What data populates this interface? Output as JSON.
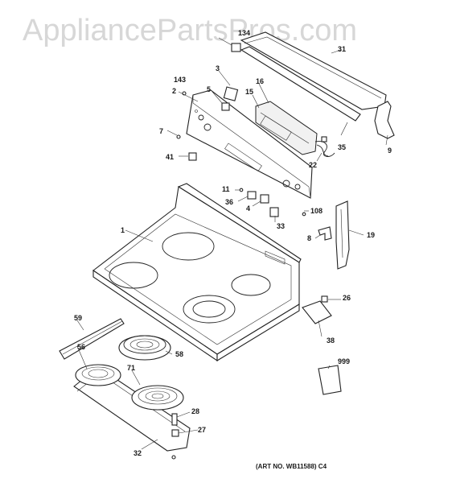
{
  "watermark": "AppliancePartsPros.com",
  "art_number": "(ART NO. WB11588) C4",
  "callouts": {
    "p1": "1",
    "p2": "2",
    "p3": "3",
    "p4": "4",
    "p5": "5",
    "p7": "7",
    "p8": "8",
    "p9": "9",
    "p11": "11",
    "p15": "15",
    "p16": "16",
    "p19": "19",
    "p22": "22",
    "p26": "26",
    "p27": "27",
    "p28": "28",
    "p31": "31",
    "p32": "32",
    "p33": "33",
    "p35": "35",
    "p36": "36",
    "p38": "38",
    "p41": "41",
    "p56": "56",
    "p58": "58",
    "p59": "59",
    "p71": "71",
    "p108": "108",
    "p134": "134",
    "p143": "143",
    "p999": "999"
  }
}
